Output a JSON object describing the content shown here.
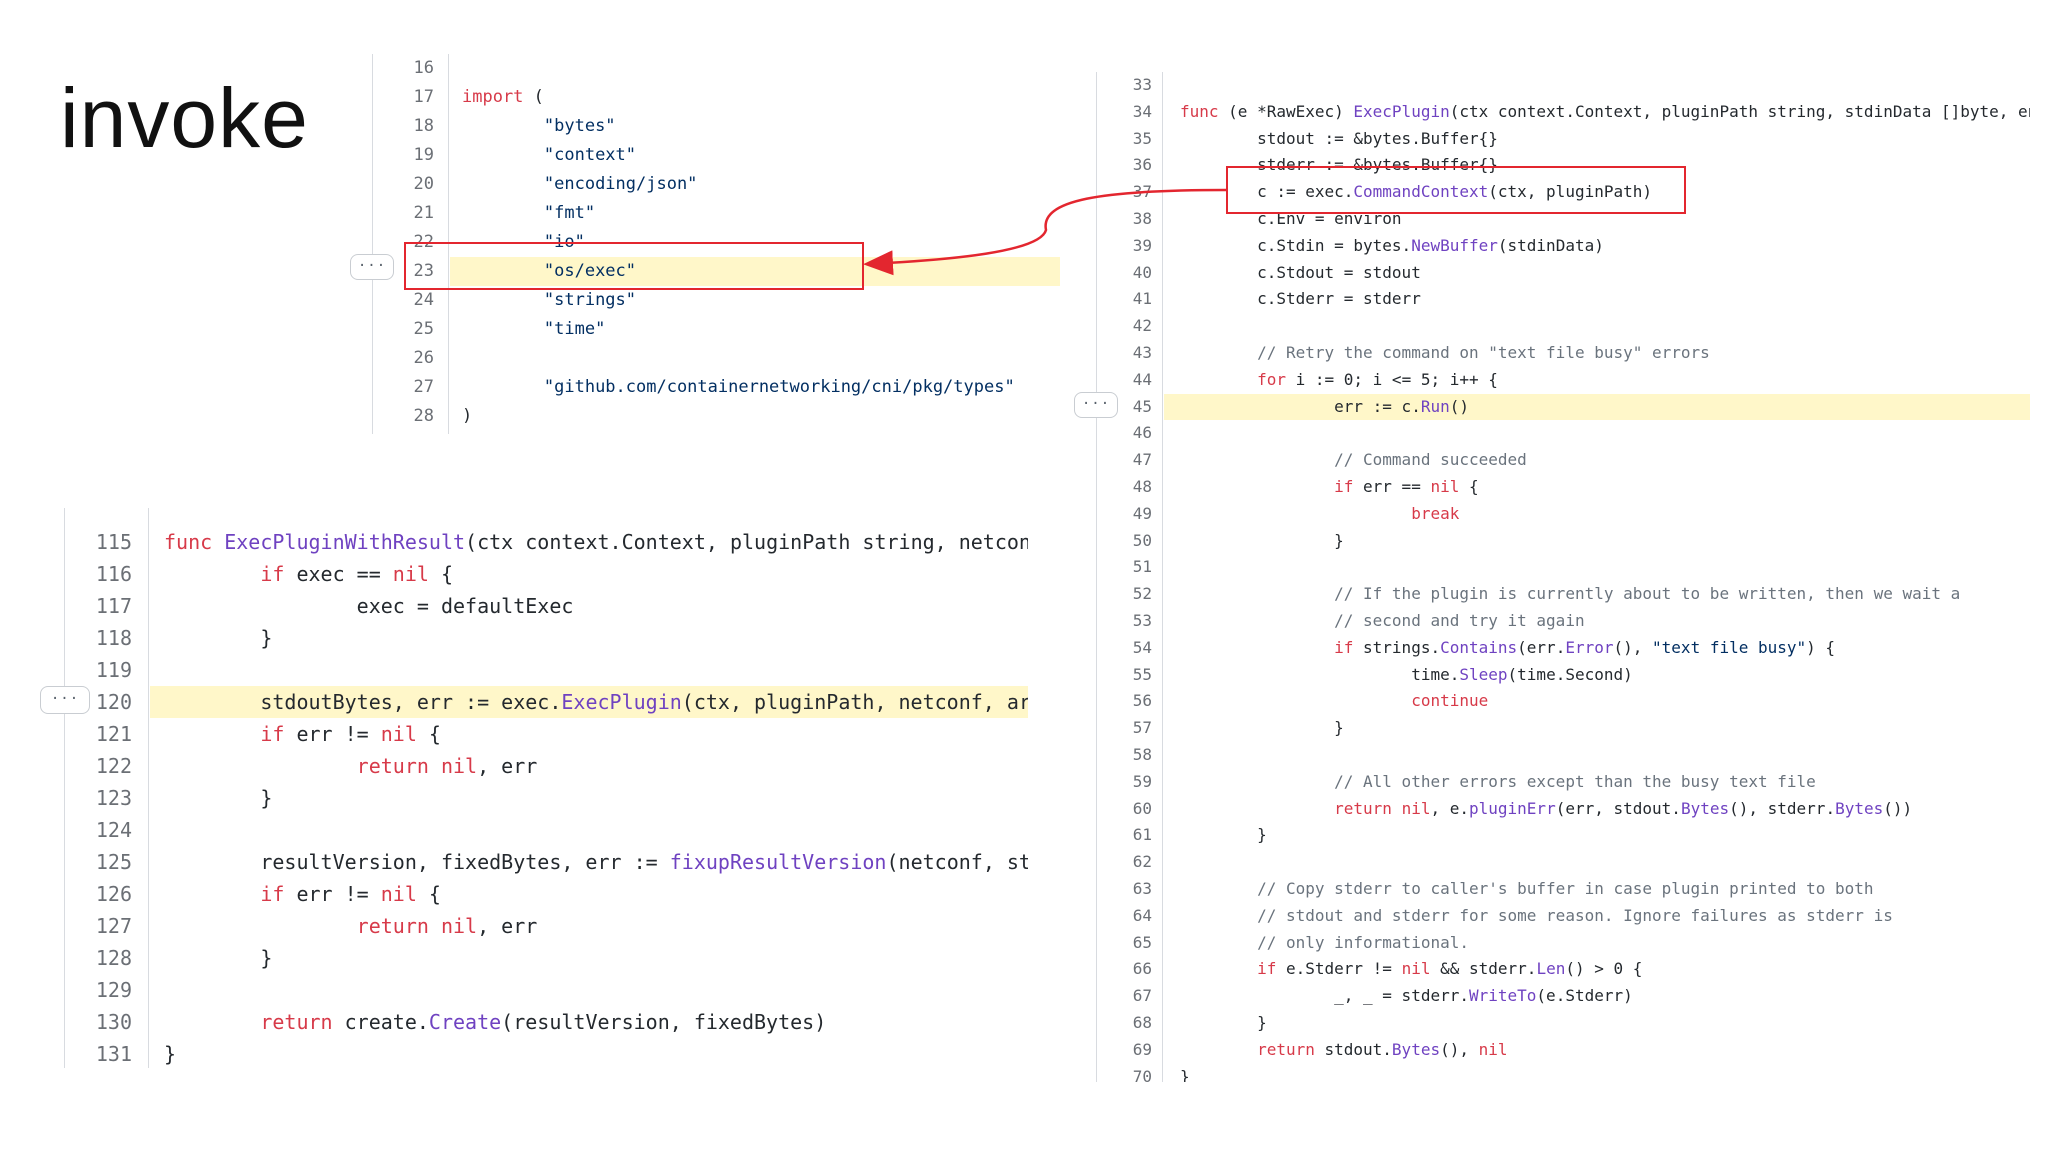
{
  "slide_title": "invoke",
  "panel_top_left": {
    "lines": [
      {
        "n": "16",
        "t": ""
      },
      {
        "n": "17",
        "t": "import ("
      },
      {
        "n": "18",
        "t": "        \"bytes\""
      },
      {
        "n": "19",
        "t": "        \"context\""
      },
      {
        "n": "20",
        "t": "        \"encoding/json\""
      },
      {
        "n": "21",
        "t": "        \"fmt\""
      },
      {
        "n": "22",
        "t": "        \"io\""
      },
      {
        "n": "23",
        "t": "        \"os/exec\""
      },
      {
        "n": "24",
        "t": "        \"strings\""
      },
      {
        "n": "25",
        "t": "        \"time\""
      },
      {
        "n": "26",
        "t": ""
      },
      {
        "n": "27",
        "t": "        \"github.com/containernetworking/cni/pkg/types\""
      },
      {
        "n": "28",
        "t": ")"
      }
    ],
    "more_label": "···"
  },
  "panel_bottom_left": {
    "lines": [
      {
        "n": "115",
        "t": "func ExecPluginWithResult(ctx context.Context, pluginPath string, netconf []"
      },
      {
        "n": "116",
        "t": "        if exec == nil {"
      },
      {
        "n": "117",
        "t": "                exec = defaultExec"
      },
      {
        "n": "118",
        "t": "        }"
      },
      {
        "n": "119",
        "t": ""
      },
      {
        "n": "120",
        "t": "        stdoutBytes, err := exec.ExecPlugin(ctx, pluginPath, netconf, args./"
      },
      {
        "n": "121",
        "t": "        if err != nil {"
      },
      {
        "n": "122",
        "t": "                return nil, err"
      },
      {
        "n": "123",
        "t": "        }"
      },
      {
        "n": "124",
        "t": ""
      },
      {
        "n": "125",
        "t": "        resultVersion, fixedBytes, err := fixupResultVersion(netconf, stdout"
      },
      {
        "n": "126",
        "t": "        if err != nil {"
      },
      {
        "n": "127",
        "t": "                return nil, err"
      },
      {
        "n": "128",
        "t": "        }"
      },
      {
        "n": "129",
        "t": ""
      },
      {
        "n": "130",
        "t": "        return create.Create(resultVersion, fixedBytes)"
      },
      {
        "n": "131",
        "t": "}"
      }
    ],
    "more_label": "···"
  },
  "panel_right": {
    "lines": [
      {
        "n": "33",
        "t": ""
      },
      {
        "n": "34",
        "t": "func (e *RawExec) ExecPlugin(ctx context.Context, pluginPath string, stdinData []byte, en"
      },
      {
        "n": "35",
        "t": "        stdout := &bytes.Buffer{}"
      },
      {
        "n": "36",
        "t": "        stderr := &bytes.Buffer{}"
      },
      {
        "n": "37",
        "t": "        c := exec.CommandContext(ctx, pluginPath)"
      },
      {
        "n": "38",
        "t": "        c.Env = environ"
      },
      {
        "n": "39",
        "t": "        c.Stdin = bytes.NewBuffer(stdinData)"
      },
      {
        "n": "40",
        "t": "        c.Stdout = stdout"
      },
      {
        "n": "41",
        "t": "        c.Stderr = stderr"
      },
      {
        "n": "42",
        "t": ""
      },
      {
        "n": "43",
        "t": "        // Retry the command on \"text file busy\" errors"
      },
      {
        "n": "44",
        "t": "        for i := 0; i <= 5; i++ {"
      },
      {
        "n": "45",
        "t": "                err := c.Run()"
      },
      {
        "n": "46",
        "t": ""
      },
      {
        "n": "47",
        "t": "                // Command succeeded"
      },
      {
        "n": "48",
        "t": "                if err == nil {"
      },
      {
        "n": "49",
        "t": "                        break"
      },
      {
        "n": "50",
        "t": "                }"
      },
      {
        "n": "51",
        "t": ""
      },
      {
        "n": "52",
        "t": "                // If the plugin is currently about to be written, then we wait a"
      },
      {
        "n": "53",
        "t": "                // second and try it again"
      },
      {
        "n": "54",
        "t": "                if strings.Contains(err.Error(), \"text file busy\") {"
      },
      {
        "n": "55",
        "t": "                        time.Sleep(time.Second)"
      },
      {
        "n": "56",
        "t": "                        continue"
      },
      {
        "n": "57",
        "t": "                }"
      },
      {
        "n": "58",
        "t": ""
      },
      {
        "n": "59",
        "t": "                // All other errors except than the busy text file"
      },
      {
        "n": "60",
        "t": "                return nil, e.pluginErr(err, stdout.Bytes(), stderr.Bytes())"
      },
      {
        "n": "61",
        "t": "        }"
      },
      {
        "n": "62",
        "t": ""
      },
      {
        "n": "63",
        "t": "        // Copy stderr to caller's buffer in case plugin printed to both"
      },
      {
        "n": "64",
        "t": "        // stdout and stderr for some reason. Ignore failures as stderr is"
      },
      {
        "n": "65",
        "t": "        // only informational."
      },
      {
        "n": "66",
        "t": "        if e.Stderr != nil && stderr.Len() > 0 {"
      },
      {
        "n": "67",
        "t": "                _, _ = stderr.WriteTo(e.Stderr)"
      },
      {
        "n": "68",
        "t": "        }"
      },
      {
        "n": "69",
        "t": "        return stdout.Bytes(), nil"
      },
      {
        "n": "70",
        "t": "}"
      }
    ],
    "more_label": "···"
  },
  "colors": {
    "highlight": "#fff7c9",
    "annotation_red": "#e3262f",
    "keyword": "#d73a49",
    "function": "#6f42c1",
    "comment": "#6a737d"
  }
}
